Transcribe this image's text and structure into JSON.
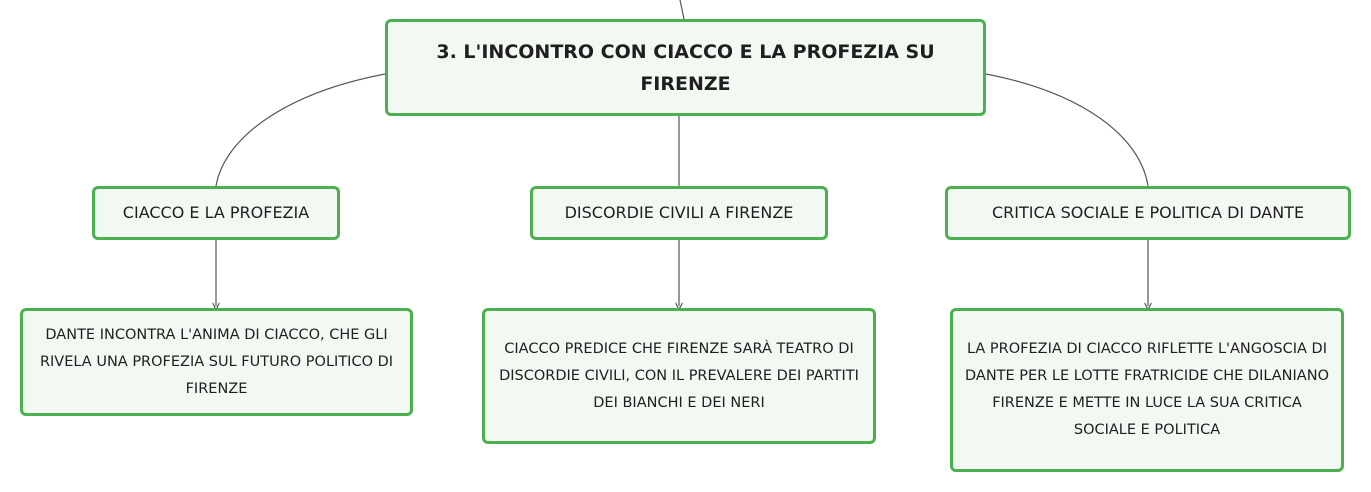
{
  "diagram": {
    "root": {
      "label": "3. L'INCONTRO CON CIACCO E LA PROFEZIA SU FIRENZE"
    },
    "branches": [
      {
        "label": "CIACCO E LA PROFEZIA",
        "detail": "DANTE INCONTRA L'ANIMA DI CIACCO, CHE GLI RIVELA UNA PROFEZIA SUL FUTURO POLITICO DI FIRENZE"
      },
      {
        "label": "DISCORDIE CIVILI A FIRENZE",
        "detail": "CIACCO PREDICE CHE FIRENZE SARÀ TEATRO DI DISCORDIE CIVILI, CON IL PREVALERE DEI PARTITI DEI BIANCHI E DEI NERI"
      },
      {
        "label": "CRITICA SOCIALE E POLITICA DI DANTE",
        "detail": "LA PROFEZIA DI CIACCO RIFLETTE L'ANGOSCIA DI DANTE PER LE LOTTE FRATRICIDE CHE DILANIANO FIRENZE E METTE IN LUCE LA SUA CRITICA SOCIALE E POLITICA"
      }
    ]
  },
  "colors": {
    "node_border": "#4caf50",
    "node_fill": "#f2f8f2",
    "connector": "#555555",
    "text": "#1f1f1f"
  }
}
